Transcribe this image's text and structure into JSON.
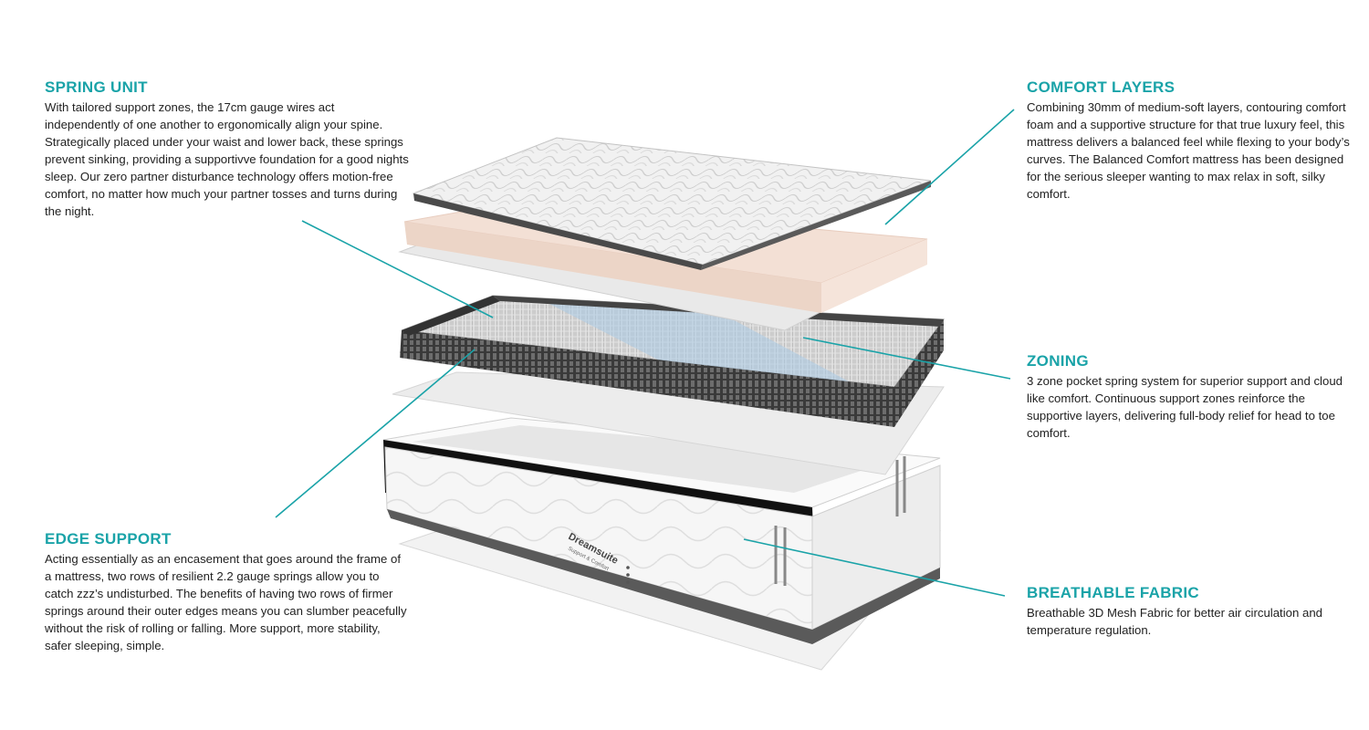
{
  "accent_color": "#1aa3a8",
  "callouts": {
    "spring_unit": {
      "title": "SPRING UNIT",
      "text": "With tailored support zones, the 17cm gauge wires act independently of one another to ergonomically align your spine. Strategically placed under your waist and lower back, these springs prevent sinking, providing a supportivve foundation for a good nights sleep. Our zero partner disturbance technology offers motion-free comfort, no matter how much your partner tosses and turns during the night."
    },
    "comfort_layers": {
      "title": "COMFORT LAYERS",
      "text": "Combining 30mm of medium-soft layers, contouring comfort foam and a supportive structure for that true luxury feel, this mattress delivers a balanced feel while flexing to your body’s curves. The Balanced Comfort mattress has been designed for the serious sleeper wanting to max relax in soft, silky comfort."
    },
    "zoning": {
      "title": "ZONING",
      "text": "3 zone pocket spring system for superior support and cloud like comfort. Continuous support zones reinforce  the supportive layers, delivering full-body relief for head to toe comfort."
    },
    "edge_support": {
      "title": "EDGE SUPPORT",
      "text": "Acting essentially as an encasement that goes around the frame of a mattress, two rows of resilient 2.2 gauge springs allow you to catch zzz’s undisturbed. The benefits of having two rows of firmer springs around their outer edges means you can slumber peacefully without the risk of rolling or falling. More support, more stability, safer sleeping, simple."
    },
    "breathable_fabric": {
      "title": "BREATHABLE FABRIC",
      "text": "Breathable 3D Mesh Fabric for better air circulation and temperature regulation."
    }
  },
  "brand_label": "Dreamsuite",
  "brand_sub": "Support & Comfort"
}
